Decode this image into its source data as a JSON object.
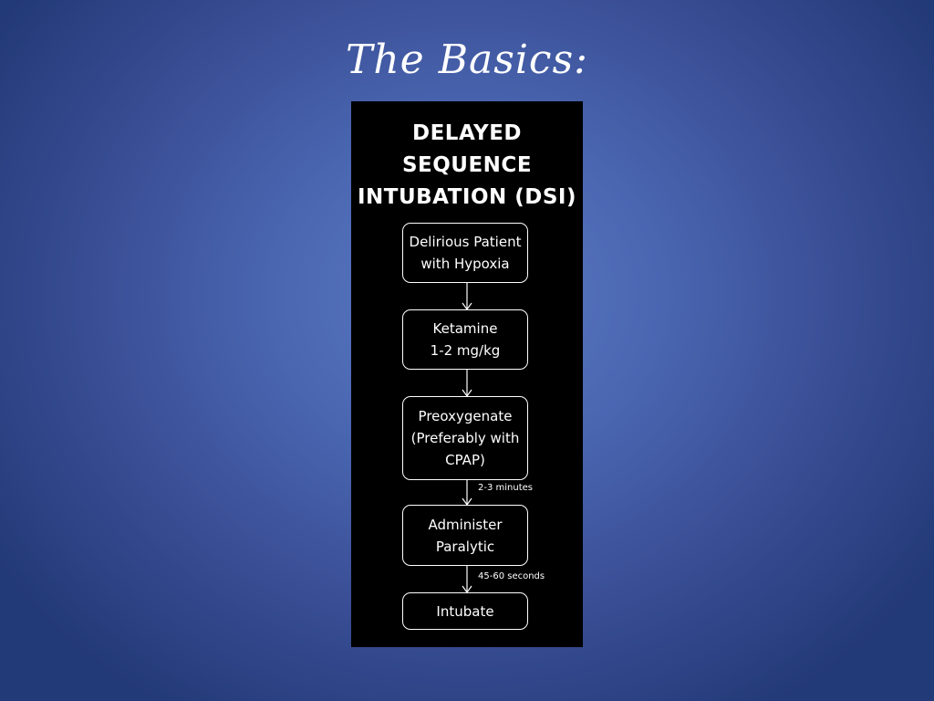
{
  "slide": {
    "title": "The Basics:"
  },
  "flowchart": {
    "heading": "DELAYED\nSEQUENCE\nINTUBATION (DSI)",
    "steps": [
      {
        "text": "Delirious Patient\nwith Hypoxia"
      },
      {
        "text": "Ketamine\n1-2 mg/kg"
      },
      {
        "text": "Preoxygenate\n(Preferably with\nCPAP)"
      },
      {
        "text": "Administer\nParalytic"
      },
      {
        "text": "Intubate"
      }
    ],
    "timings": [
      {
        "text": "2-3 minutes"
      },
      {
        "text": "45-60 seconds"
      }
    ],
    "colors": {
      "panel_background": "#000000",
      "foreground": "#ffffff",
      "slide_background": "#4a66b1"
    }
  }
}
